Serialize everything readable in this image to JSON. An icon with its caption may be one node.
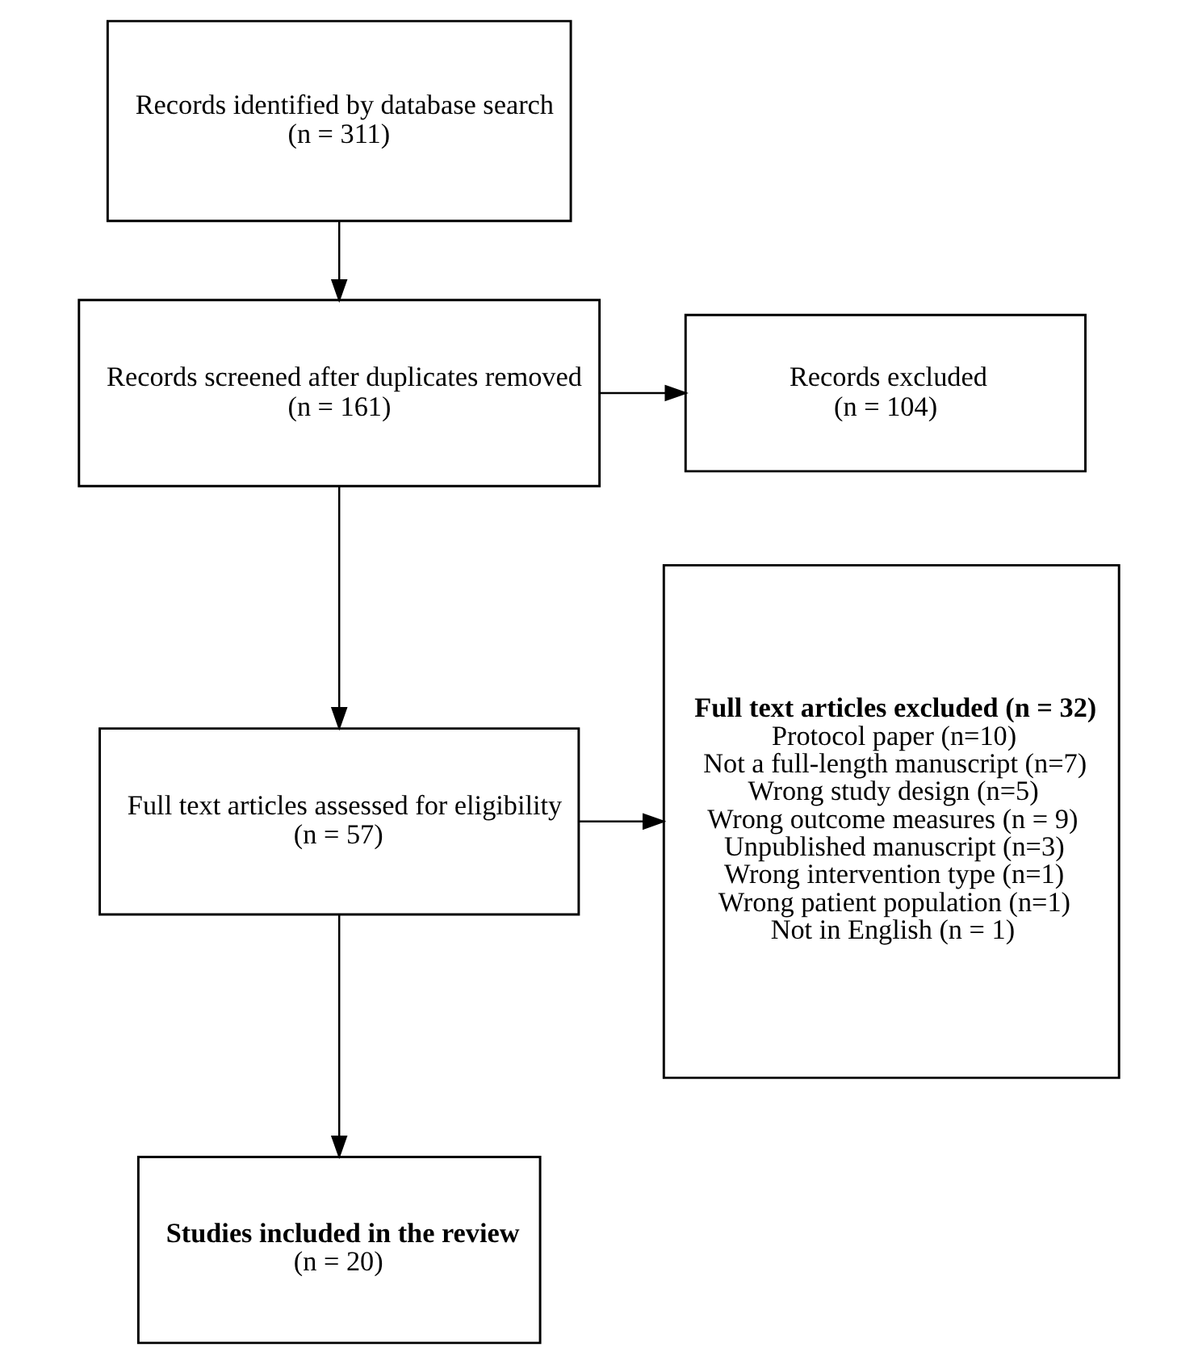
{
  "diagram": {
    "nodes": [
      {
        "text": [
          "Records identified by database search",
          "(n = 311)"
        ]
      },
      {
        "text": [
          "Records screened after duplicates removed",
          "(n = 161)"
        ]
      },
      {
        "text": [
          "Records excluded",
          "(n = 104)"
        ]
      },
      {
        "text": [
          "Full text articles assessed for eligibility",
          "(n = 57)"
        ]
      },
      {
        "text": [
          "Full text articles excluded (n = 32)",
          "Protocol paper (n=10)",
          "Not a full-length manuscript (n=7)",
          "Wrong study design (n=5)",
          "Wrong outcome measures (n = 9)",
          "Unpublished manuscript (n=3)",
          "Wrong intervention type (n=1)",
          "Wrong patient population (n=1)",
          "Not in English (n = 1)"
        ]
      },
      {
        "text": [
          "Studies included in the review",
          "(n = 20)"
        ]
      }
    ],
    "edges": [
      {
        "from": 0,
        "to": 1,
        "arrow": "to"
      },
      {
        "from": 1,
        "to": 2,
        "arrow": "to"
      },
      {
        "from": 1,
        "to": 3,
        "arrow": "to"
      },
      {
        "from": 3,
        "to": 4,
        "arrow": "to"
      },
      {
        "from": 3,
        "to": 5,
        "arrow": "to"
      }
    ]
  }
}
